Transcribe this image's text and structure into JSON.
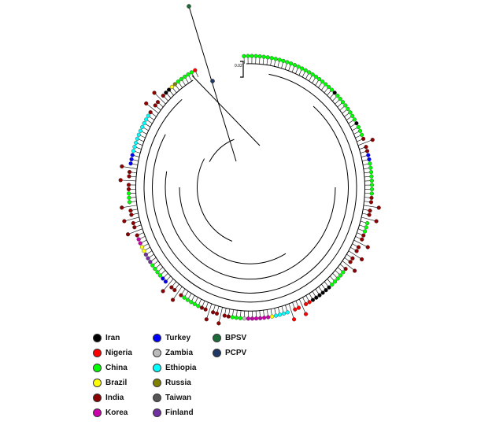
{
  "scale_bar": {
    "label": "0.02"
  },
  "legend": [
    {
      "label": "Iran",
      "color": "#000000"
    },
    {
      "label": "Nigeria",
      "color": "#ff0000"
    },
    {
      "label": "China",
      "color": "#00ff00"
    },
    {
      "label": "Brazil",
      "color": "#ffff00"
    },
    {
      "label": "India",
      "color": "#8b0000"
    },
    {
      "label": "Korea",
      "color": "#cc00aa"
    },
    {
      "label": "Turkey",
      "color": "#0000ff"
    },
    {
      "label": "Zambia",
      "color": "#bbbbbb"
    },
    {
      "label": "Ethiopia",
      "color": "#00ffff"
    },
    {
      "label": "Russia",
      "color": "#808000"
    },
    {
      "label": "Taiwan",
      "color": "#555555"
    },
    {
      "label": "Finland",
      "color": "#7030a0"
    },
    {
      "label": "BPSV",
      "color": "#1e6b3a"
    },
    {
      "label": "PCPV",
      "color": "#1f3864"
    }
  ],
  "tips": [
    [
      "China",
      25
    ],
    [
      "Iran",
      1
    ],
    [
      "China",
      8
    ],
    [
      "Iran",
      1
    ],
    [
      "China",
      3
    ],
    [
      "India",
      4
    ],
    [
      "Turkey",
      2
    ],
    [
      "China",
      8
    ],
    [
      "India",
      6
    ],
    [
      "China",
      3
    ],
    [
      "India",
      10
    ],
    [
      "China",
      5
    ],
    [
      "Iran",
      6
    ],
    [
      "Nigeria",
      6
    ],
    [
      "Ethiopia",
      4
    ],
    [
      "Brazil",
      1
    ],
    [
      "Korea",
      6
    ],
    [
      "Zambia",
      1
    ],
    [
      "China",
      3
    ],
    [
      "India",
      8
    ],
    [
      "China",
      5
    ],
    [
      "India",
      5
    ],
    [
      "Turkey",
      2
    ],
    [
      "China",
      4
    ],
    [
      "Finland",
      3
    ],
    [
      "Brazil",
      2
    ],
    [
      "Korea",
      2
    ],
    [
      "India",
      8
    ],
    [
      "China",
      3
    ],
    [
      "India",
      6
    ],
    [
      "Turkey",
      3
    ],
    [
      "Ethiopia",
      10
    ],
    [
      "India",
      6
    ],
    [
      "Iran",
      2
    ],
    [
      "Brazil",
      1
    ],
    [
      "Russia",
      1
    ],
    [
      "China",
      5
    ],
    [
      "Nigeria",
      1
    ]
  ]
}
